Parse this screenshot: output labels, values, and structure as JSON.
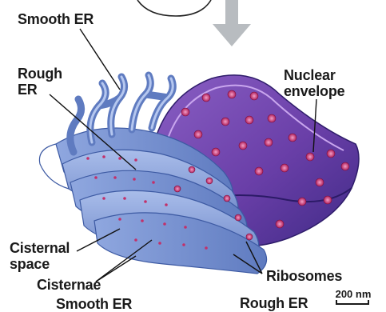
{
  "labels": {
    "smooth_er_top": "Smooth ER",
    "rough_er": "Rough\nER",
    "nuclear_envelope": "Nuclear\nenvelope",
    "cisternal_space": "Cisternal\nspace",
    "cisternae": "Cisternae",
    "ribosomes": "Ribosomes",
    "smooth_er_bottom": "Smooth ER",
    "rough_er_bottom": "Rough ER"
  },
  "scale": {
    "text": "200 nm"
  },
  "colors": {
    "smooth_er": "#7f9ad6",
    "rough_er": "#6f87c9",
    "nuclear_envelope": "#5a3c9c",
    "ribosome": "#c2306a",
    "arrow": "#b8bcc0"
  }
}
